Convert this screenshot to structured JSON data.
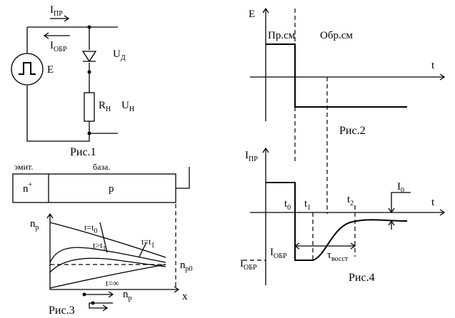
{
  "fig1": {
    "caption": "Рис.1",
    "i_forward": "I",
    "i_forward_sub": "ПР",
    "i_reverse": "I",
    "i_reverse_sub": "ОБР",
    "source": "E",
    "u_diode": "U",
    "u_diode_sub": "Д",
    "r_load": "R",
    "r_load_sub": "Н",
    "u_load": "U",
    "u_load_sub": "Н"
  },
  "fig2": {
    "caption": "Рис.2",
    "y_axis": "E",
    "t_axis": "t",
    "forward_label": "Пр.см",
    "reverse_label": "Обр.см"
  },
  "fig3": {
    "caption": "Рис.3",
    "emitter_label": "эмит.",
    "base_label": "база.",
    "emitter_region": "n",
    "emitter_region_sup": "+",
    "base_region": "p",
    "y_axis": "n",
    "y_axis_sub": "p",
    "x_axis": "x",
    "np0": "n",
    "np0_sub": "p0",
    "curve_t0": "t=t",
    "curve_t0_sub": "0",
    "curve_tgt1": "t>t",
    "curve_tgt1_sub": "1",
    "curve_t1": "t=t",
    "curve_t1_sub": "1",
    "curve_inf": "t=∞",
    "flow_label": "n",
    "flow_label_sub": "p"
  },
  "fig4": {
    "caption": "Рис.4",
    "y_axis": "I",
    "y_axis_sub": "ПР",
    "t_axis": "t",
    "t0": "t",
    "t0_sub": "0",
    "t1": "t",
    "t1_sub": "1",
    "t2": "t",
    "t2_sub": "2",
    "i0": "I",
    "i0_sub": "0",
    "i_rev_inner": "I",
    "i_rev_inner_sub": "ОБР",
    "i_rev_left": "I",
    "i_rev_left_sub": "ОБР",
    "tau": "τ",
    "tau_sub": "восст"
  }
}
